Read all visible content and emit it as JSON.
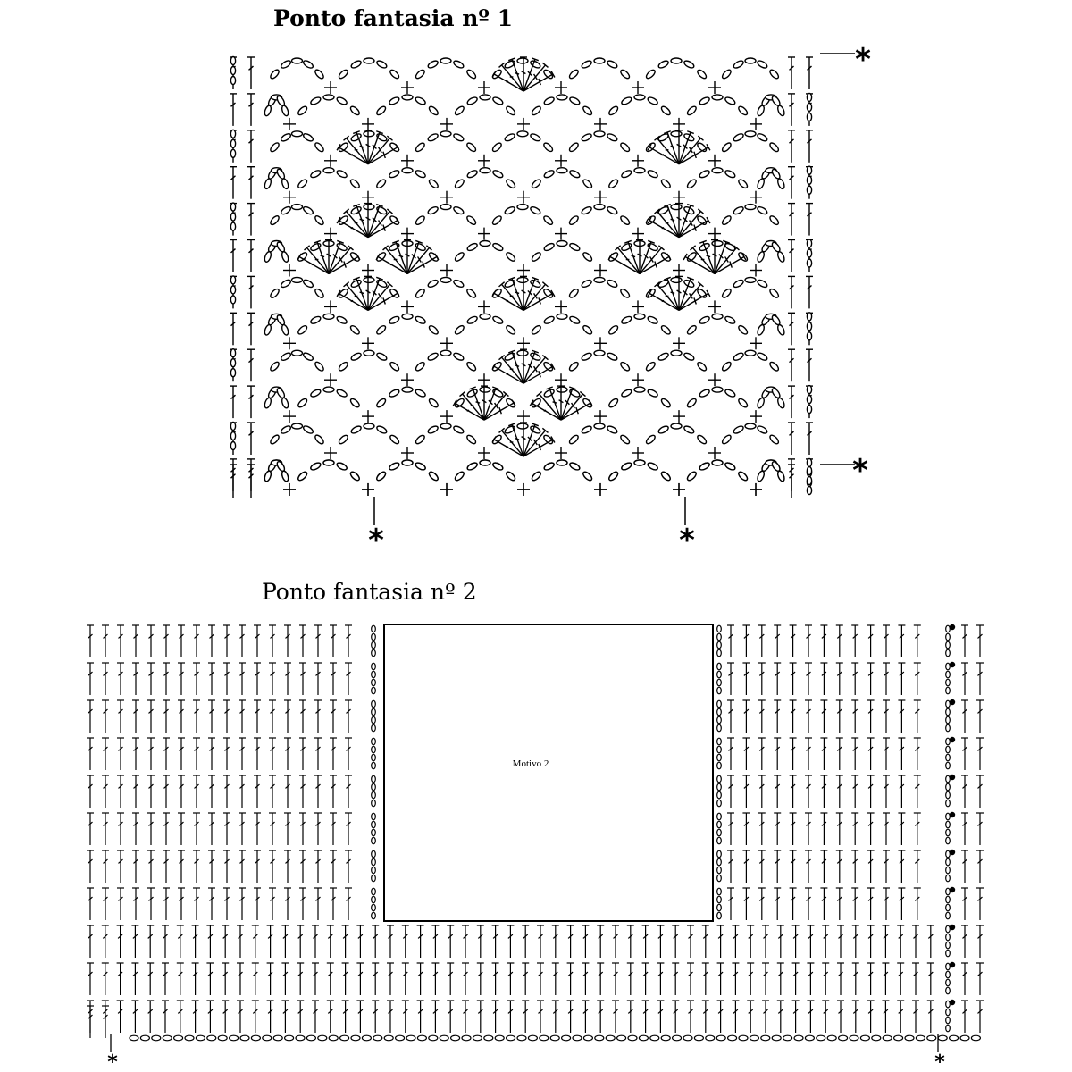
{
  "diagram1": {
    "title": "Ponto fantasia nº 1",
    "marker": "*"
  },
  "diagram2": {
    "title": "Ponto fantasia nº 2",
    "motif_label": "Motivo 2",
    "marker": "*"
  }
}
